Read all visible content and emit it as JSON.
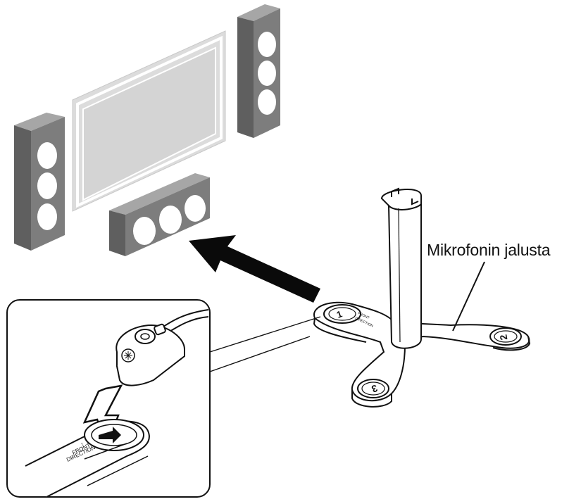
{
  "callout": {
    "label": "Mikrofonin jalusta"
  },
  "stand": {
    "top_text": "FRONT",
    "top_text2": "DIRECTION",
    "numbers": [
      "1",
      "2",
      "3"
    ]
  },
  "inset": {
    "text1": "FRONT",
    "text2": "DIRECTION"
  },
  "colors": {
    "speaker_gray": "#7d7d7d",
    "speaker_top": "#a8a8a8",
    "tv_frame": "#d4d4d4",
    "line": "#111111",
    "arrow": "#0a0a0a"
  }
}
